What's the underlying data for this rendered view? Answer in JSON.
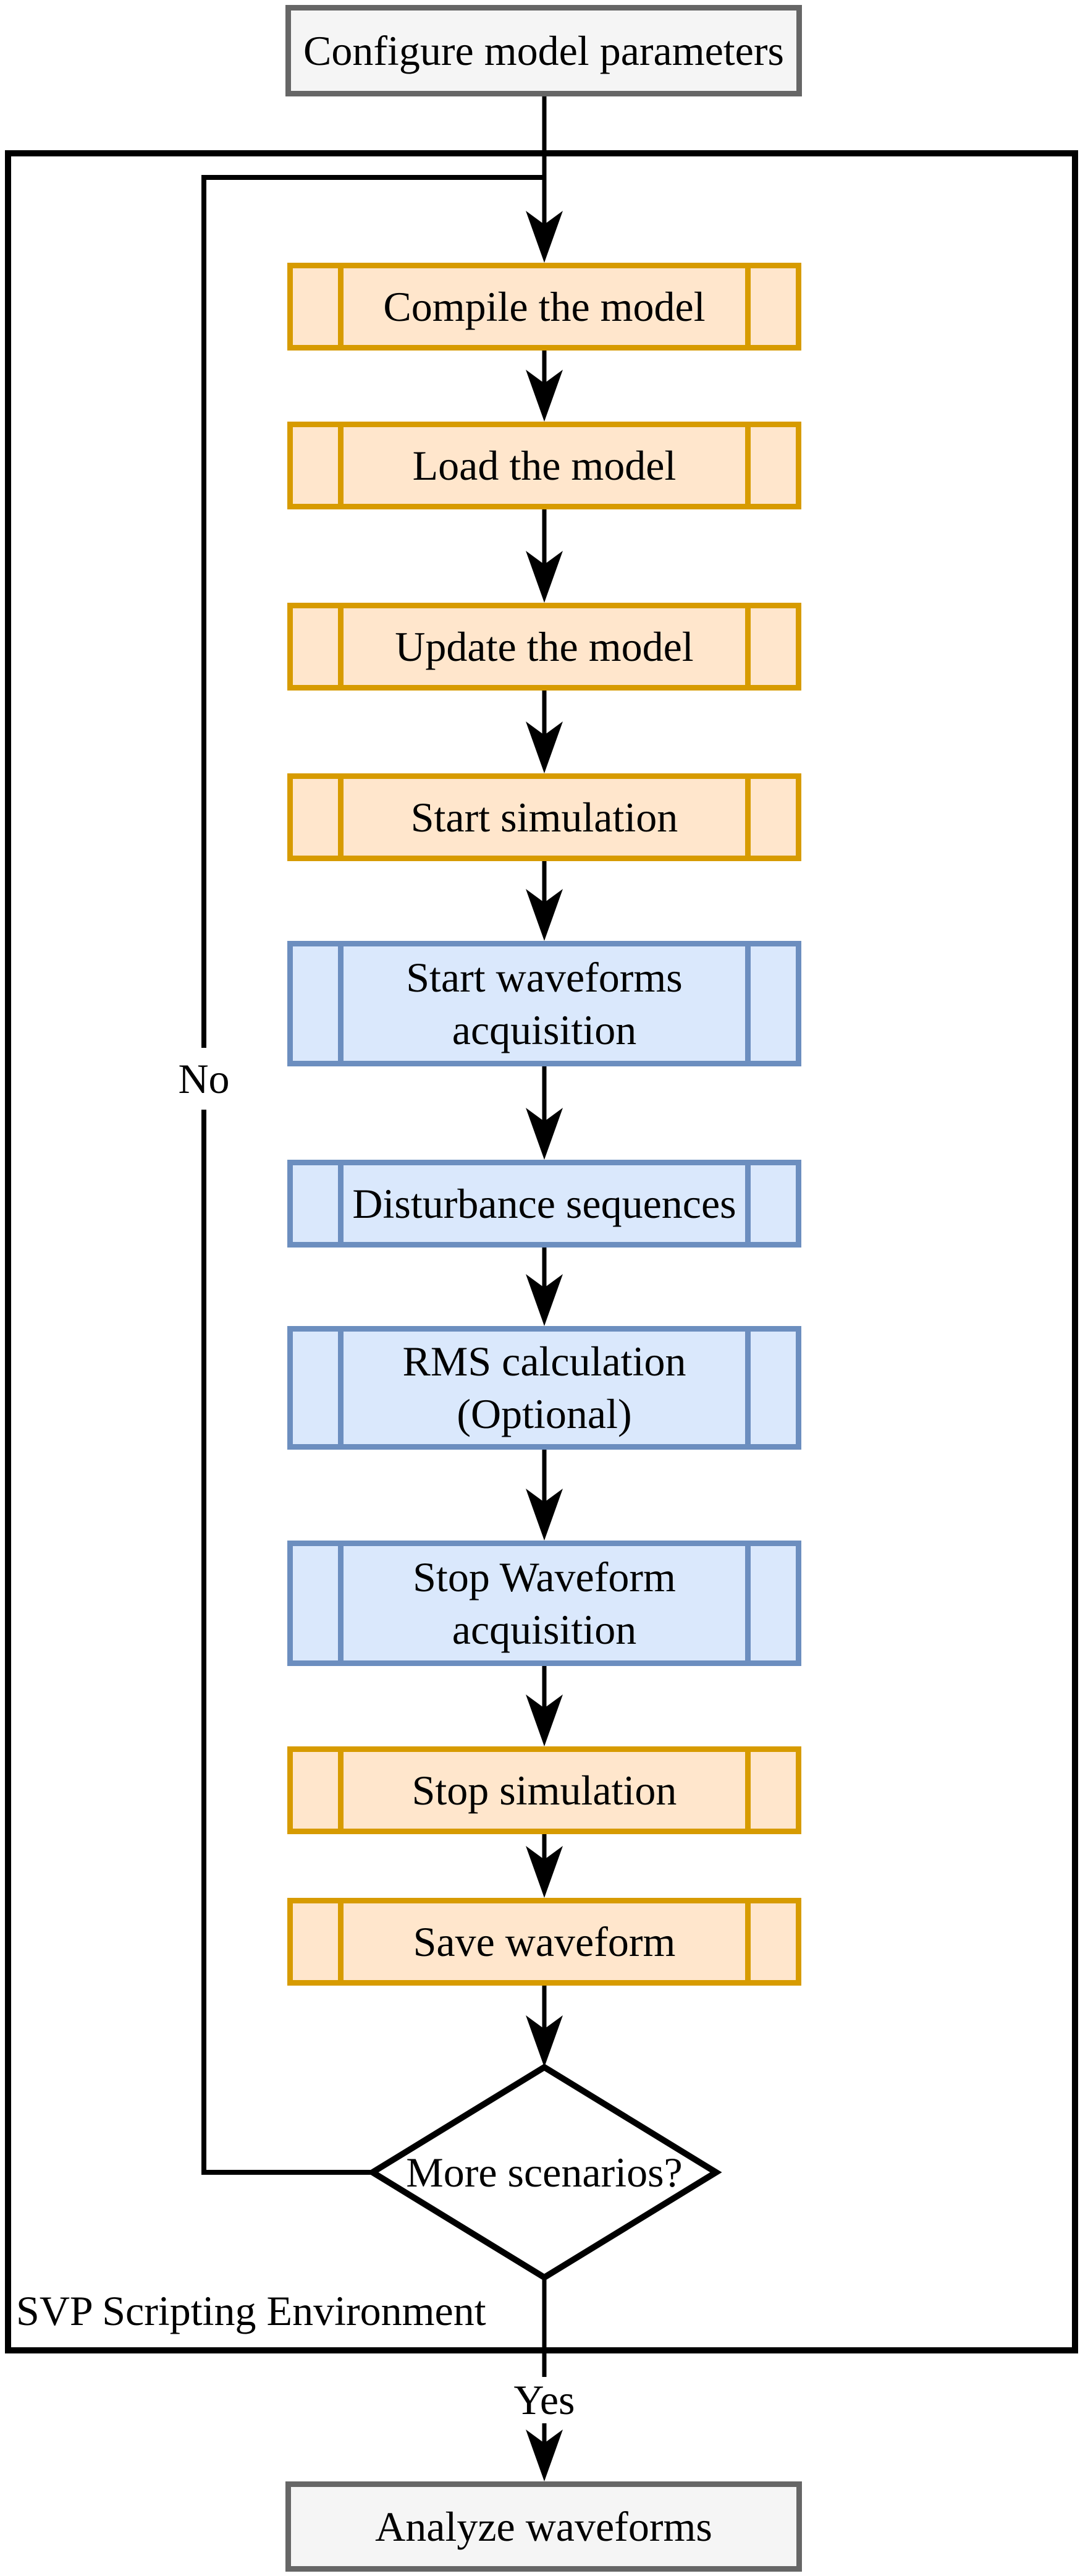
{
  "diagram": {
    "start_node": {
      "label": "Configure model parameters"
    },
    "container": {
      "label": "SVP Scripting Environment"
    },
    "steps": [
      {
        "id": "compile-the-model",
        "color": "orange",
        "lines": [
          "Compile the model"
        ]
      },
      {
        "id": "load-the-model",
        "color": "orange",
        "lines": [
          "Load the model"
        ]
      },
      {
        "id": "update-the-model",
        "color": "orange",
        "lines": [
          "Update the model"
        ]
      },
      {
        "id": "start-simulation",
        "color": "orange",
        "lines": [
          "Start simulation"
        ]
      },
      {
        "id": "start-waveforms-acquisition",
        "color": "blue",
        "lines": [
          "Start waveforms",
          "acquisition"
        ]
      },
      {
        "id": "disturbance-sequences",
        "color": "blue",
        "lines": [
          "Disturbance sequences"
        ]
      },
      {
        "id": "rms-calculation-optional",
        "color": "blue",
        "lines": [
          "RMS calculation",
          "(Optional)"
        ]
      },
      {
        "id": "stop-waveform-acquisition",
        "color": "blue",
        "lines": [
          "Stop Waveform",
          "acquisition"
        ]
      },
      {
        "id": "stop-simulation",
        "color": "orange",
        "lines": [
          "Stop simulation"
        ]
      },
      {
        "id": "save-waveform",
        "color": "orange",
        "lines": [
          "Save waveform"
        ]
      }
    ],
    "decision": {
      "label": "More scenarios?",
      "branch_no": "No",
      "branch_yes": "Yes"
    },
    "end_node": {
      "label": "Analyze waveforms"
    },
    "colors": {
      "process_fill": "#FFE6CC",
      "process_stroke": "#D79B00",
      "acquisition_fill": "#DAE8FC",
      "acquisition_stroke": "#6C8EBF",
      "terminal_fill": "#F5F5F5",
      "terminal_stroke": "#666666",
      "line": "#000000",
      "background": "#FFFFFF"
    }
  }
}
